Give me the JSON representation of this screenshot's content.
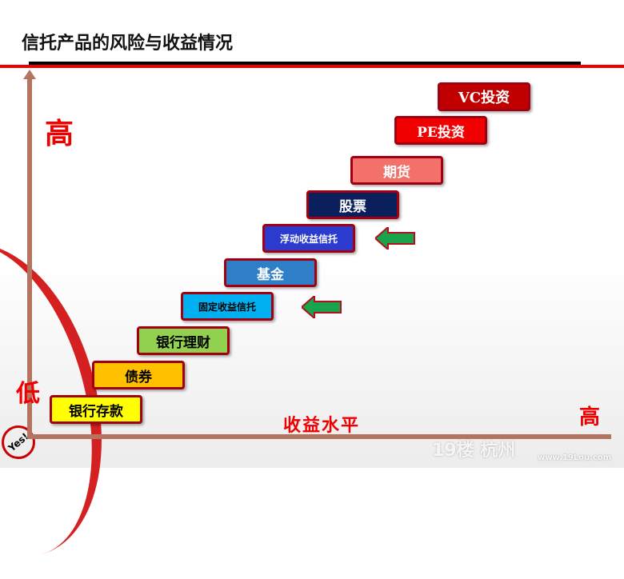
{
  "title": "信托产品的风险与收益情况",
  "axis": {
    "y_high": "高",
    "y_low": "低",
    "x_label": "收益水平",
    "x_high": "高"
  },
  "badge": "Yes!",
  "products": [
    {
      "label": "银行存款",
      "color": "#ffff00",
      "text_color": "#000000"
    },
    {
      "label": "债券",
      "color": "#ffc000",
      "text_color": "#000000"
    },
    {
      "label": "银行理财",
      "color": "#92d050",
      "text_color": "#000000"
    },
    {
      "label": "固定收益信托",
      "color": "#00b0f0",
      "text_color": "#000000"
    },
    {
      "label": "基金",
      "color": "#2e7fc8",
      "text_color": "#ffffff"
    },
    {
      "label": "浮动收益信托",
      "color": "#2b3bd0",
      "text_color": "#ffffff"
    },
    {
      "label": "股票",
      "color": "#0b1f5c",
      "text_color": "#ffffff"
    },
    {
      "label": "期货",
      "color": "#f4706a",
      "text_color": "#ffffff"
    },
    {
      "label": "PE投资",
      "color": "#f00000",
      "text_color": "#ffffff"
    },
    {
      "label": "VC投资",
      "color": "#c00000",
      "text_color": "#ffffff"
    }
  ],
  "watermark": {
    "logo": "19楼 杭州",
    "url": "www.19Lou.com"
  }
}
